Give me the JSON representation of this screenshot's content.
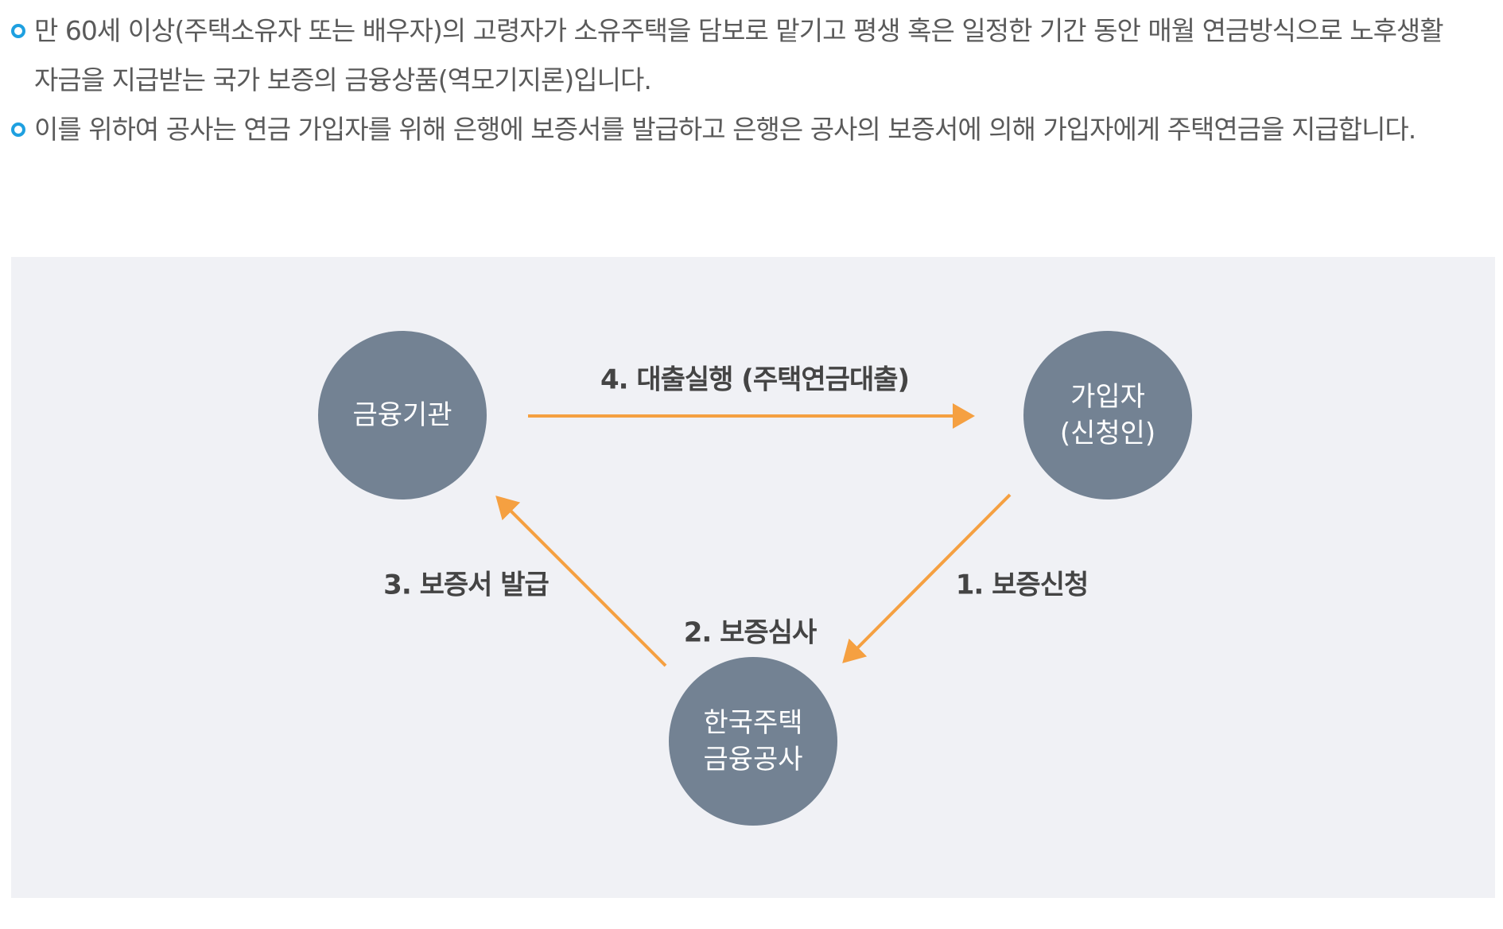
{
  "intro": {
    "bullets": [
      "만 60세 이상(주택소유자 또는 배우자)의 고령자가 소유주택을 담보로 맡기고 평생 혹은 일정한 기간 동안 매월 연금방식으로 노후생활 자금을 지급받는 국가 보증의 금융상품(역모기지론)입니다.",
      "이를 위하여 공사는 연금 가입자를 위해 은행에 보증서를 발급하고 은행은 공사의 보증서에 의해 가입자에게 주택연금을 지급합니다."
    ]
  },
  "diagram": {
    "nodes": {
      "bank": [
        "금융기관"
      ],
      "subscriber": [
        "가입자",
        "(신청인)"
      ],
      "hf": [
        "한국주택",
        "금융공사"
      ]
    },
    "steps": {
      "step1": "1. 보증신청",
      "step2": "2. 보증심사",
      "step3": "3. 보증서 발급",
      "step4": "4. 대출실행 (주택연금대출)"
    },
    "colors": {
      "node": "#738293",
      "arrow": "#f5a041",
      "bullet": "#1ea0e0",
      "panel": "#f0f1f5"
    }
  }
}
